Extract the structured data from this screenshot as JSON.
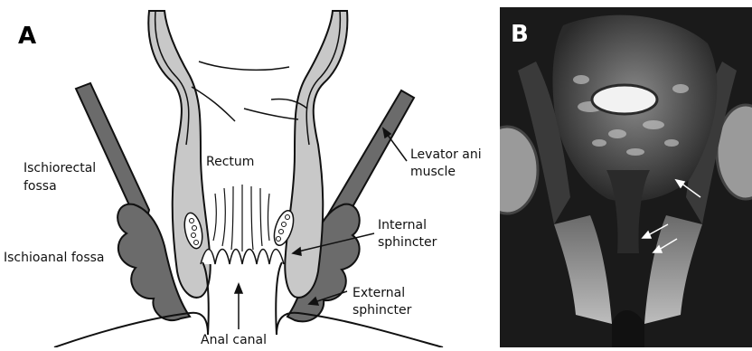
{
  "panel_a": {
    "letter": "A",
    "labels": {
      "rectum": "Rectum",
      "ischiorectal_1": "Ischiorectal",
      "ischiorectal_2": "fossa",
      "ischioanal": "Ischioanal fossa",
      "levator_1": "Levator ani",
      "levator_2": "muscle",
      "internal_1": "Internal",
      "internal_2": "sphincter",
      "external_1": "External",
      "external_2": "sphincter",
      "anal_canal": "Anal canal"
    }
  },
  "panel_b": {
    "letter": "B"
  },
  "colors": {
    "muscle_dark": "#6b6b6b",
    "sphincter_light": "#c8c8c8",
    "outline": "#111111",
    "mri_background": "#1a1a1a"
  }
}
